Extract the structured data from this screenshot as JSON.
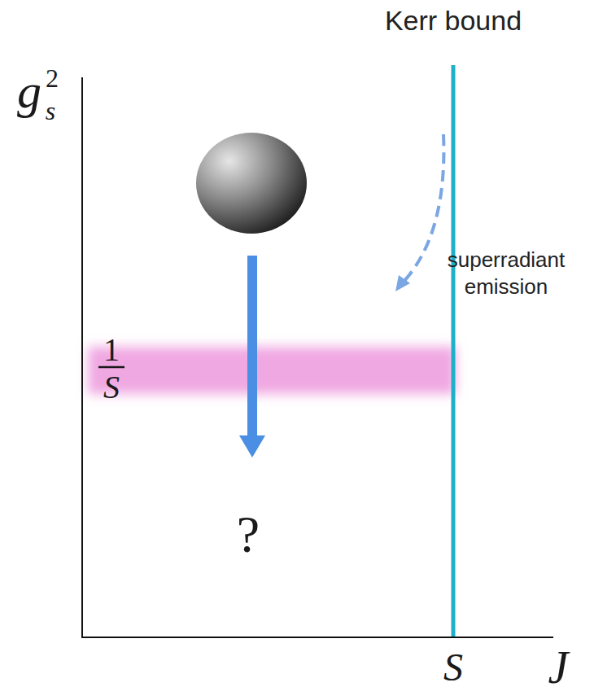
{
  "diagram": {
    "labels": [
      "Kerr bound",
      "g",
      "s",
      "2",
      "superradiant emission",
      "1",
      "S",
      "?",
      "S",
      "J"
    ]
  }
}
